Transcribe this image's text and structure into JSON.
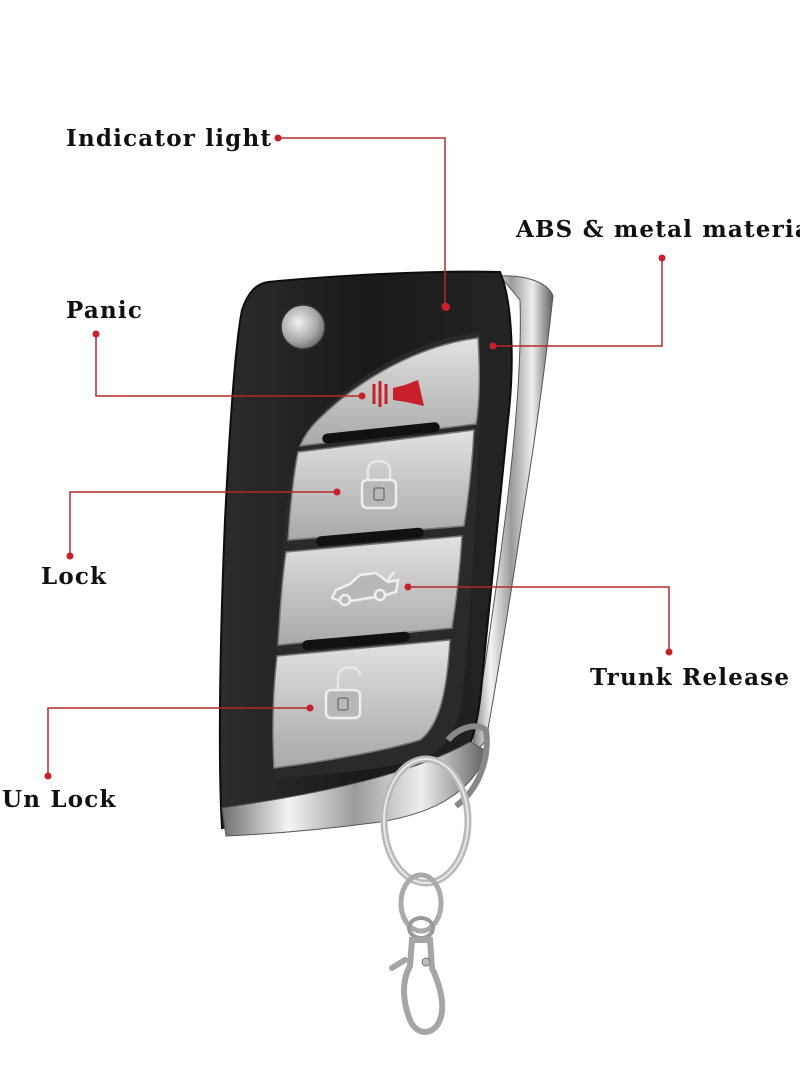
{
  "callouts": {
    "indicator_light": "Indicator light",
    "abs_metal": "ABS & metal material",
    "panic": "Panic",
    "lock": "Lock",
    "trunk_release": "Trunk Release",
    "unlock": "Un Lock"
  },
  "colors": {
    "leader_line": "#b5282d",
    "leader_dot": "#c8202b",
    "label_text": "#111111",
    "fob_body": "#1e1e1e",
    "button_silver": "#c9c9c9",
    "panic_icon": "#c8202b"
  },
  "icons": [
    "panic-alarm-icon",
    "lock-icon",
    "trunk-car-icon",
    "unlock-icon"
  ]
}
